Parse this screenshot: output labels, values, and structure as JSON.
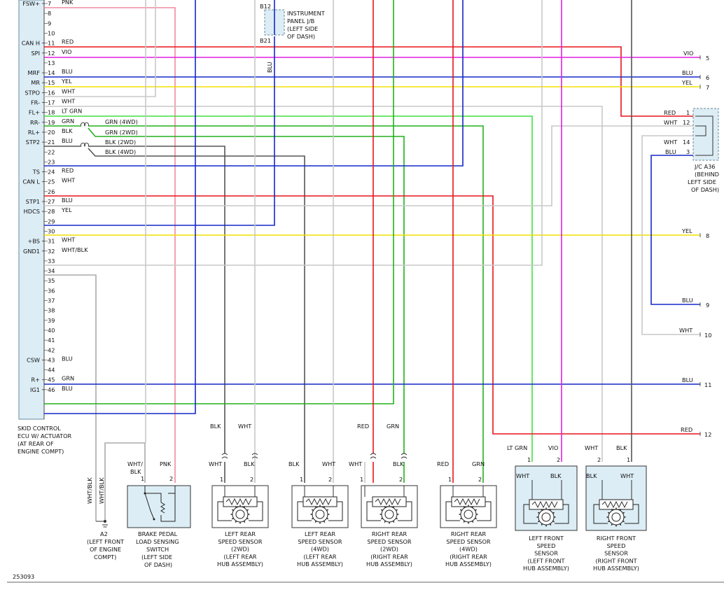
{
  "ecu": {
    "pins": [
      {
        "num": "7",
        "name": "FSW+",
        "wire": "PNK"
      },
      {
        "num": "8",
        "name": "",
        "wire": ""
      },
      {
        "num": "9",
        "name": "",
        "wire": ""
      },
      {
        "num": "10",
        "name": "",
        "wire": ""
      },
      {
        "num": "11",
        "name": "CAN H",
        "wire": "RED"
      },
      {
        "num": "12",
        "name": "SPI",
        "wire": "VIO"
      },
      {
        "num": "13",
        "name": "",
        "wire": ""
      },
      {
        "num": "14",
        "name": "MRF",
        "wire": "BLU"
      },
      {
        "num": "15",
        "name": "MR",
        "wire": "YEL"
      },
      {
        "num": "16",
        "name": "STPO",
        "wire": "WHT"
      },
      {
        "num": "17",
        "name": "FR-",
        "wire": "WHT"
      },
      {
        "num": "18",
        "name": "FL+",
        "wire": "LT GRN"
      },
      {
        "num": "19",
        "name": "RR-",
        "wire": "GRN"
      },
      {
        "num": "20",
        "name": "RL+",
        "wire": "BLK"
      },
      {
        "num": "21",
        "name": "STP2",
        "wire": "BLU"
      },
      {
        "num": "22",
        "name": "",
        "wire": ""
      },
      {
        "num": "23",
        "name": "",
        "wire": ""
      },
      {
        "num": "24",
        "name": "TS",
        "wire": "RED"
      },
      {
        "num": "25",
        "name": "CAN L",
        "wire": "WHT"
      },
      {
        "num": "26",
        "name": "",
        "wire": ""
      },
      {
        "num": "27",
        "name": "STP1",
        "wire": "BLU"
      },
      {
        "num": "28",
        "name": "HDCS",
        "wire": "YEL"
      },
      {
        "num": "29",
        "name": "",
        "wire": ""
      },
      {
        "num": "30",
        "name": "",
        "wire": ""
      },
      {
        "num": "31",
        "name": "+BS",
        "wire": "WHT"
      },
      {
        "num": "32",
        "name": "GND1",
        "wire": "WHT/BLK"
      },
      {
        "num": "33",
        "name": "",
        "wire": ""
      },
      {
        "num": "34",
        "name": "",
        "wire": ""
      },
      {
        "num": "35",
        "name": "",
        "wire": ""
      },
      {
        "num": "36",
        "name": "",
        "wire": ""
      },
      {
        "num": "37",
        "name": "",
        "wire": ""
      },
      {
        "num": "38",
        "name": "",
        "wire": ""
      },
      {
        "num": "39",
        "name": "",
        "wire": ""
      },
      {
        "num": "40",
        "name": "",
        "wire": ""
      },
      {
        "num": "41",
        "name": "",
        "wire": ""
      },
      {
        "num": "42",
        "name": "",
        "wire": ""
      },
      {
        "num": "43",
        "name": "CSW",
        "wire": "BLU"
      },
      {
        "num": "44",
        "name": "",
        "wire": ""
      },
      {
        "num": "45",
        "name": "R+",
        "wire": "GRN"
      },
      {
        "num": "46",
        "name": "IG1",
        "wire": "BLU"
      }
    ],
    "label": [
      "SKID CONTROL",
      "ECU W/ ACTUATOR",
      "(AT REAR OF",
      "ENGINE COMPT)"
    ]
  },
  "branch_labels": {
    "grn_4wd": "GRN  (4WD)",
    "grn_2wd": "GRN  (2WD)",
    "blk_2wd": "BLK  (2WD)",
    "blk_4wd": "BLK  (4WD)"
  },
  "instrument_panel_jb": {
    "pin_top": "B12",
    "pin_bottom": "B21",
    "wire": "BLU",
    "label": [
      "INSTRUMENT",
      "PANEL J/B",
      "(LEFT SIDE",
      "OF DASH)"
    ]
  },
  "jc_a36": {
    "label": [
      "J/C A36",
      "(BEHIND",
      "LEFT SIDE",
      "OF DASH)"
    ],
    "pins": [
      {
        "wire": "RED",
        "num": "1"
      },
      {
        "wire": "WHT",
        "num": "12"
      },
      {
        "wire": "WHT",
        "num": "14"
      },
      {
        "wire": "BLU",
        "num": "3"
      }
    ]
  },
  "right_outputs": [
    {
      "wire": "VIO",
      "num": "5"
    },
    {
      "wire": "BLU",
      "num": "6"
    },
    {
      "wire": "YEL",
      "num": "7"
    },
    {
      "wire": "YEL",
      "num": "8"
    },
    {
      "wire": "BLU",
      "num": "9"
    },
    {
      "wire": "WHT",
      "num": "10"
    },
    {
      "wire": "BLU",
      "num": "11"
    },
    {
      "wire": "RED",
      "num": "12"
    }
  ],
  "ground": {
    "wires": [
      "WHT/BLK",
      "WHT/BLK"
    ],
    "label": [
      "A2",
      "(LEFT FRONT",
      "OF ENGINE",
      "COMPT)"
    ]
  },
  "brake_switch": {
    "wire_labels": [
      "WHT/ BLK",
      "PNK"
    ],
    "pins": [
      "1",
      "2"
    ],
    "label": [
      "BRAKE PEDAL",
      "LOAD SENSING",
      "SWITCH",
      "(LEFT SIDE",
      "OF DASH)"
    ]
  },
  "sensors": [
    {
      "wires": [
        "WHT",
        "BLK"
      ],
      "pins": [
        "1",
        "2"
      ],
      "label": [
        "LEFT REAR",
        "SPEED SENSOR",
        "(2WD)",
        "(LEFT REAR",
        "HUB ASSEMBLY)"
      ]
    },
    {
      "wires": [
        "BLK",
        "WHT"
      ],
      "pins": [
        "1",
        "2"
      ],
      "label": [
        "LEFT REAR",
        "SPEED SENSOR",
        "(4WD)",
        "(LEFT REAR",
        "HUB ASSEMBLY)"
      ]
    },
    {
      "wires": [
        "WHT",
        "BLK"
      ],
      "pins": [
        "1",
        "2"
      ],
      "label": [
        "RIGHT REAR",
        "SPEED SENSOR",
        "(2WD)",
        "(RIGHT REAR",
        "HUB ASSEMBLY)"
      ]
    },
    {
      "wires": [
        "RED",
        "GRN"
      ],
      "pins": [
        "1",
        "2"
      ],
      "label": [
        "RIGHT REAR",
        "SPEED SENSOR",
        "(4WD)",
        "(RIGHT REAR",
        "HUB ASSEMBLY)"
      ]
    },
    {
      "wires": [
        "WHT",
        "BLK"
      ],
      "pins": [
        "1",
        "2"
      ],
      "label": [
        "LEFT FRONT",
        "SPEED",
        "SENSOR",
        "(LEFT FRONT",
        "HUB ASSEMBLY)"
      ]
    },
    {
      "wires": [
        "BLK",
        "WHT"
      ],
      "pins": [
        "2",
        "1"
      ],
      "label": [
        "RIGHT FRONT",
        "SPEED",
        "SENSOR",
        "(RIGHT FRONT",
        "HUB ASSEMBLY)"
      ]
    }
  ],
  "upper_connector_labels": [
    {
      "text": "BLK"
    },
    {
      "text": "WHT"
    },
    {
      "text": "RED"
    },
    {
      "text": "GRN"
    },
    {
      "text": "LT GRN"
    },
    {
      "text": "VIO"
    },
    {
      "text": "WHT"
    },
    {
      "text": "BLK"
    }
  ],
  "diagram_number": "253093",
  "colors": {
    "red": "#e8141c",
    "vio": "#e020e0",
    "blu": "#1428c8",
    "yel": "#f0e000",
    "wht": "#c8c8c8",
    "grn": "#22b01c",
    "ltgrn": "#40e040",
    "blk": "#555555",
    "pnk": "#f08aa0",
    "wbk": "#aaaaaa",
    "ecu": "#dcedf5"
  }
}
